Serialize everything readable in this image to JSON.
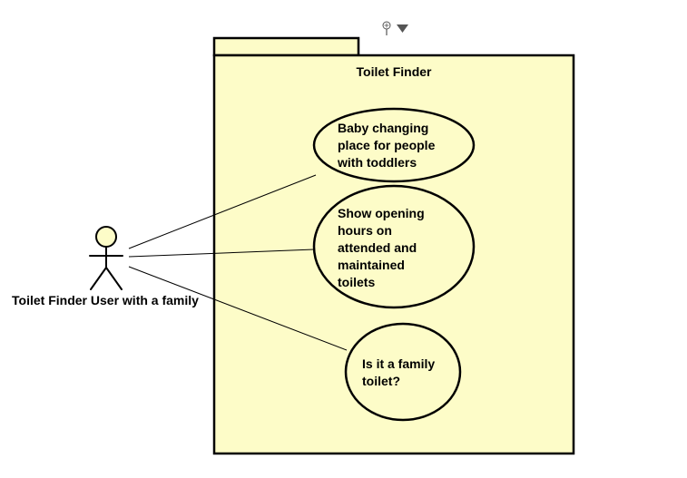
{
  "package": {
    "title": "Toilet Finder"
  },
  "actor": {
    "name": "Toilet Finder User with a family"
  },
  "use_cases": [
    {
      "lines": [
        "Baby changing",
        "place for people",
        "with toddlers"
      ]
    },
    {
      "lines": [
        "Show opening",
        "hours on",
        "attended and",
        "maintained",
        "toilets"
      ]
    },
    {
      "lines": [
        "Is it a family",
        "toilet?"
      ]
    }
  ],
  "toolbar_icons": [
    "pin-icon",
    "filter-icon"
  ],
  "colors": {
    "fill": "#fdfcc8",
    "stroke": "#000000"
  }
}
